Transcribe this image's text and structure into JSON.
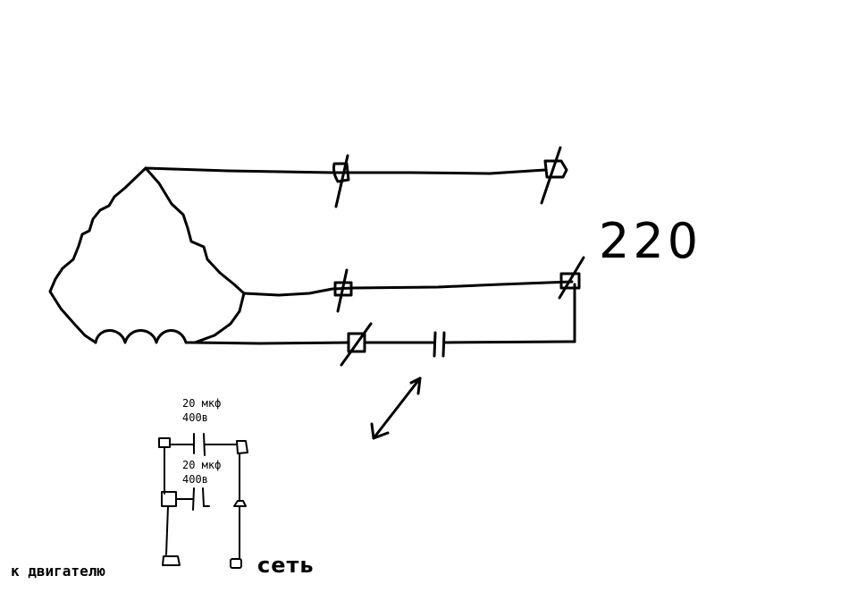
{
  "diagram": {
    "voltage_label": "220",
    "capacitor_top": {
      "capacitance": "20 мкф",
      "voltage": "400в"
    },
    "capacitor_bottom": {
      "capacitance": "20 мкф",
      "voltage": "400в"
    },
    "to_motor_label": "к двигателю",
    "mains_label": "сеть"
  }
}
